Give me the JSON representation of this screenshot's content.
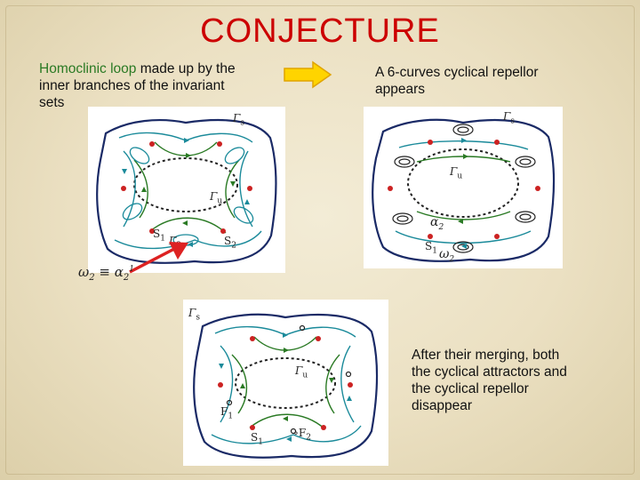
{
  "title": "CONJECTURE",
  "captions": {
    "left_green": "Homoclinic loop",
    "left_rest": " made up by the inner branches of the invariant sets",
    "right": "A 6-curves cyclical repellor appears",
    "bottom": "After their merging, both the cyclical attractors and the cyclical repellor disappear"
  },
  "diagram1": {
    "gamma_s": "s",
    "gamma_u": "u",
    "s1": "S",
    "s1_sub": "1",
    "gamma2": "2",
    "s2": "S",
    "s2_sub": "2"
  },
  "diagram2": {
    "gamma_s": "s",
    "gamma_u": "u",
    "s1": "S",
    "s1_sub": "1",
    "alpha": "2",
    "omega": "2"
  },
  "diagram3": {
    "gamma_s": "s",
    "gamma_u": "u",
    "f1": "F",
    "f1_sub": "1",
    "s1": "S",
    "s1_sub": "1",
    "f2": "F",
    "f2_sub": "2"
  },
  "formula": {
    "omega": "ω",
    "omega_sub": "2",
    "equiv": " ≡ ",
    "alpha": "α",
    "alpha_sub": "2",
    "alpha_sup": "1"
  },
  "colors": {
    "title": "#cc0000",
    "caption_highlight": "#2a7a24",
    "stable_curve": "#1a8a9a",
    "unstable_curve": "#2a7a24",
    "saddle_point": "#cc2222",
    "arrow_fill": "#ffd400",
    "pointer_arrow": "#dd2222"
  }
}
